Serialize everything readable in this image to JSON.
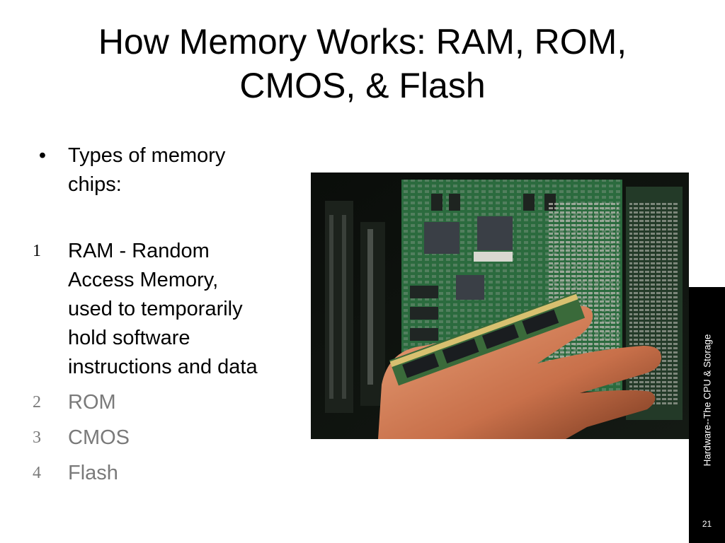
{
  "slide": {
    "title_line1": "How Memory Works:  RAM, ROM,",
    "title_line2": "CMOS, & Flash",
    "bullets": [
      {
        "marker": "•",
        "text_lines": [
          "Types of memory",
          "chips:"
        ]
      },
      {
        "marker": "1",
        "text_lines": [
          "RAM - Random",
          "Access Memory,",
          "used to temporarily",
          "hold software",
          "instructions and data"
        ]
      },
      {
        "marker": "2",
        "text": "ROM"
      },
      {
        "marker": "3",
        "text": "CMOS"
      },
      {
        "marker": "4",
        "text": "Flash"
      }
    ],
    "sidebar_label": "Hardware--The CPU & Storage",
    "page_number": "21",
    "colors": {
      "background": "#ffffff",
      "text": "#000000",
      "dimmed_text": "#7a7a7a",
      "sidebar": "#000000"
    }
  }
}
